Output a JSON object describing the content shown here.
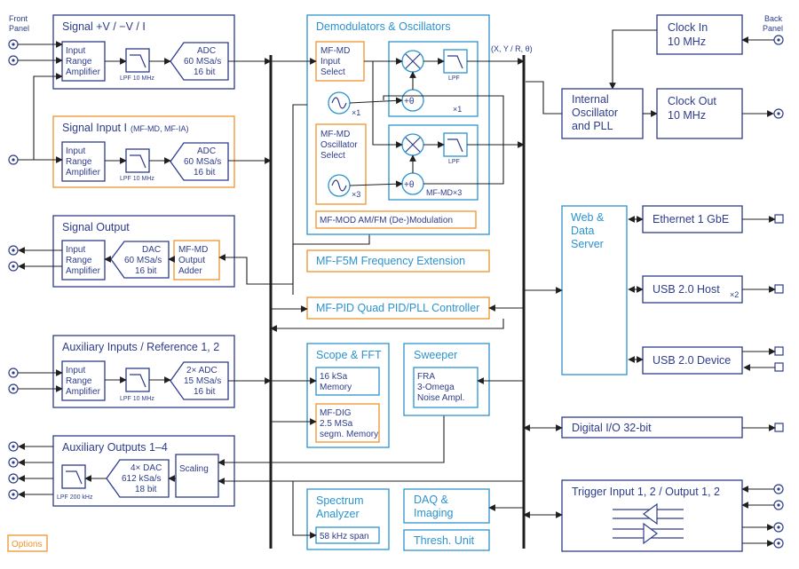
{
  "labels": {
    "front_panel": [
      "Front",
      "Panel"
    ],
    "back_panel": [
      "Back",
      "Panel"
    ],
    "signal_vi_title": "Signal +V / −V / I",
    "signal_i_title": "Signal Input I",
    "signal_i_title_sub": "(MF-MD, MF-IA)",
    "input_range_amp": [
      "Input",
      "Range",
      "Amplifier"
    ],
    "lpf_10mhz": "LPF 10 MHz",
    "lpf_200khz": "LPF 200 kHz",
    "adc_60": [
      "ADC",
      "60 MSa/s",
      "16 bit"
    ],
    "signal_output_title": "Signal Output",
    "dac_60": [
      "DAC",
      "60 MSa/s",
      "16 bit"
    ],
    "output_adder": [
      "MF-MD",
      "Output",
      "Adder"
    ],
    "aux_in_title": "Auxiliary Inputs / Reference 1, 2",
    "adc_2x": [
      "2× ADC",
      "15 MSa/s",
      "16 bit"
    ],
    "aux_out_title": "Auxiliary Outputs 1–4",
    "dac_4x": [
      "4× DAC",
      "612 kSa/s",
      "18 bit"
    ],
    "scaling": "Scaling",
    "options": "Options",
    "demod_title": "Demodulators & Oscillators",
    "mfmd_input_select": [
      "MF-MD",
      "Input",
      "Select"
    ],
    "mfmd_osc_select": [
      "MF-MD",
      "Oscillator",
      "Select"
    ],
    "x1": "×1",
    "x3": "×3",
    "lpf": "LPF",
    "plus_theta": "+θ",
    "mfmd_x3": "MF-MD×3",
    "xyr_theta": "(X, Y / R, θ)",
    "mfmod": "MF-MOD AM/FM (De-)Modulation",
    "mf5m": "MF-F5M Frequency Extension",
    "mfpid": "MF-PID Quad PID/PLL Controller",
    "scope_title": "Scope & FFT",
    "scope_mem": [
      "16 kSa",
      "Memory"
    ],
    "mfdig": [
      "MF-DIG",
      "2.5 MSa",
      "segm. Memory"
    ],
    "sweeper_title": "Sweeper",
    "sweeper_items": [
      "FRA",
      "3-Omega",
      "Noise Ampl."
    ],
    "spectrum_title": [
      "Spectrum",
      "Analyzer"
    ],
    "spectrum_span": "58 kHz span",
    "daq_title": [
      "DAQ &",
      "Imaging"
    ],
    "thresh": "Thresh. Unit",
    "clock_in": [
      "Clock In",
      "10 MHz"
    ],
    "clock_out": [
      "Clock Out",
      "10 MHz"
    ],
    "internal_osc": [
      "Internal",
      "Oscillator",
      "and PLL"
    ],
    "web_server": [
      "Web &",
      "Data",
      "Server"
    ],
    "ethernet": "Ethernet 1 GbE",
    "usb_host": "USB 2.0 Host",
    "usb_host_mult": "×2",
    "usb_device": "USB 2.0 Device",
    "digital_io": "Digital I/O 32-bit",
    "trigger": "Trigger Input 1, 2 / Output 1, 2"
  },
  "colors": {
    "block": "#2e3c8a",
    "option": "#f0922b",
    "demod": "#2b93cf",
    "line": "#1f1f1f"
  }
}
